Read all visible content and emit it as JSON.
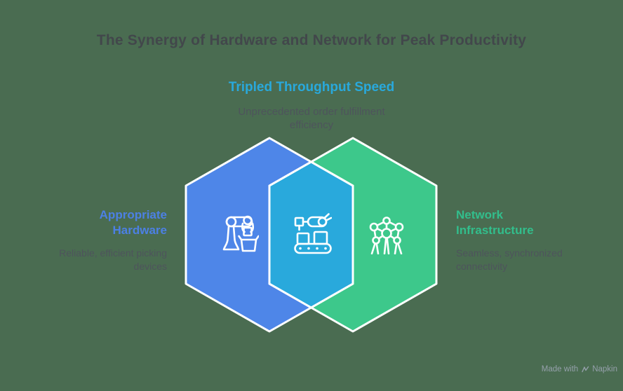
{
  "background": "#4A6C51",
  "title": "The Synergy of Hardware and Network for Peak Productivity",
  "overlap_section": {
    "heading": "Tripled Throughput Speed",
    "heading_color": "#29A9DC",
    "subtitle": "Unprecedented order fulfillment efficiency",
    "icon": "conveyor-robot-icon"
  },
  "left_section": {
    "heading": "Appropriate Hardware",
    "heading_color": "#4C80E4",
    "subtitle": "Reliable, efficient picking devices",
    "icon": "robot-pick-arm-icon"
  },
  "right_section": {
    "heading": "Network Infrastructure",
    "heading_color": "#32BE8C",
    "subtitle": "Seamless, synchronized connectivity",
    "icon": "atomium-network-icon"
  },
  "diagram": {
    "hex_left_fill": "#4E86E8",
    "hex_right_fill": "#3DC88B",
    "hex_overlap_fill": "#29A9DC",
    "outline": "#FFFFFF"
  },
  "body_text_color": "#4E545C",
  "title_color": "#42474B",
  "watermark": {
    "prefix": "Made with",
    "brand": "Napkin"
  }
}
